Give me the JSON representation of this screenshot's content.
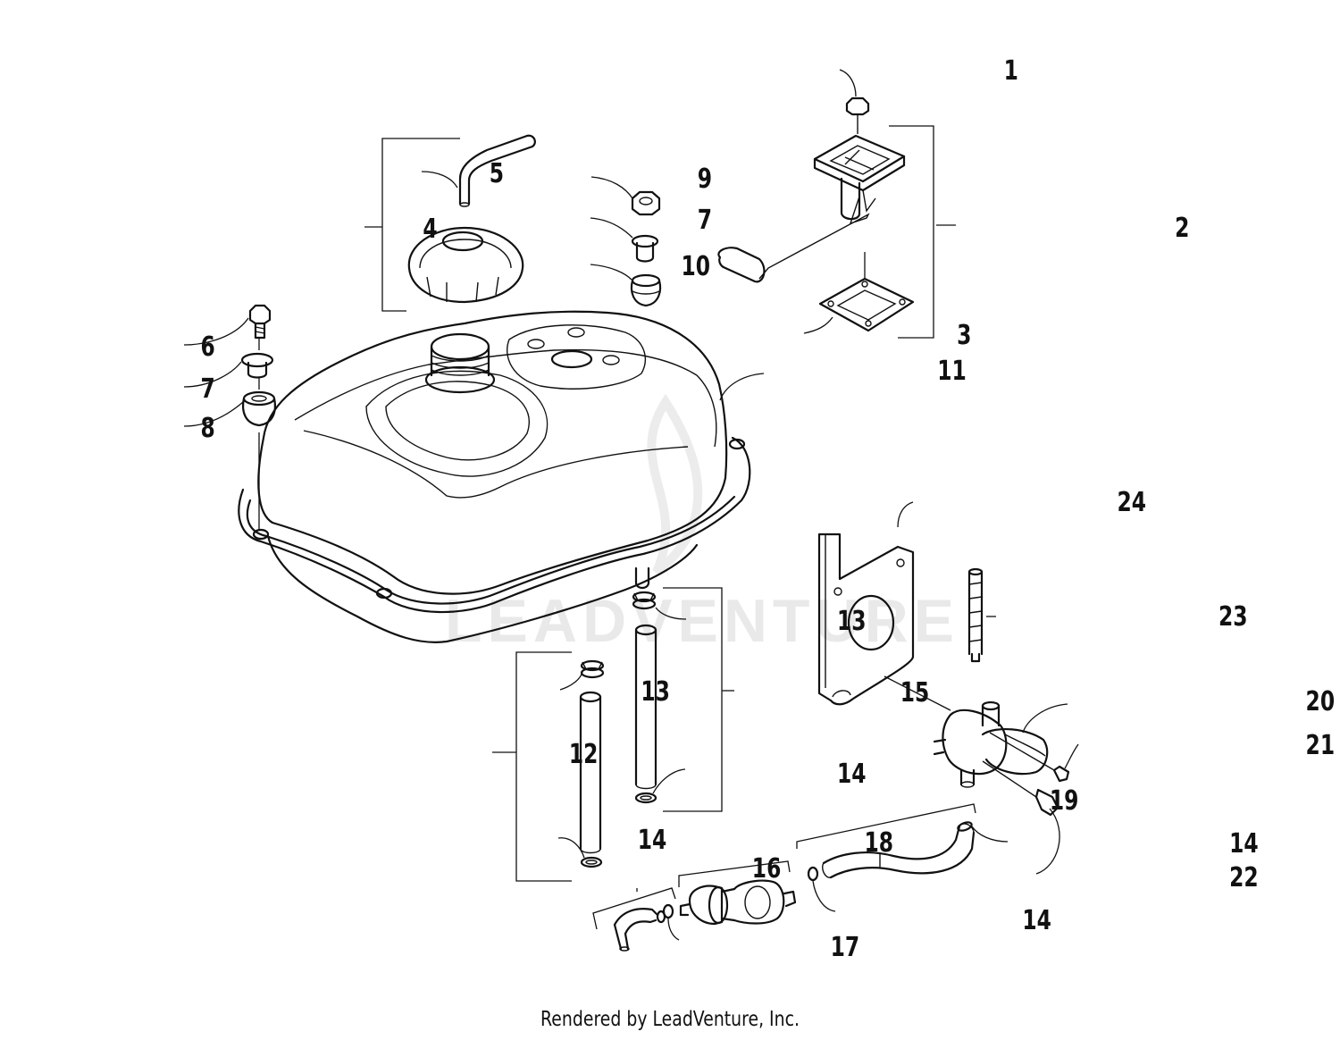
{
  "footer": "Rendered by LeadVenture, Inc.",
  "watermark": "LEADVENTURE",
  "callouts": [
    {
      "id": "c1",
      "text": "1"
    },
    {
      "id": "c2",
      "text": "2"
    },
    {
      "id": "c3",
      "text": "3"
    },
    {
      "id": "c4",
      "text": "4"
    },
    {
      "id": "c5",
      "text": "5"
    },
    {
      "id": "c6",
      "text": "6"
    },
    {
      "id": "c7a",
      "text": "7"
    },
    {
      "id": "c7b",
      "text": "7"
    },
    {
      "id": "c8",
      "text": "8"
    },
    {
      "id": "c9",
      "text": "9"
    },
    {
      "id": "c10",
      "text": "10"
    },
    {
      "id": "c11",
      "text": "11"
    },
    {
      "id": "c12",
      "text": "12"
    },
    {
      "id": "c13a",
      "text": "13"
    },
    {
      "id": "c13b",
      "text": "13"
    },
    {
      "id": "c14a",
      "text": "14"
    },
    {
      "id": "c14b",
      "text": "14"
    },
    {
      "id": "c14c",
      "text": "14"
    },
    {
      "id": "c14d",
      "text": "14"
    },
    {
      "id": "c15",
      "text": "15"
    },
    {
      "id": "c16",
      "text": "16"
    },
    {
      "id": "c17",
      "text": "17"
    },
    {
      "id": "c18",
      "text": "18"
    },
    {
      "id": "c19",
      "text": "19"
    },
    {
      "id": "c20",
      "text": "20"
    },
    {
      "id": "c21",
      "text": "21"
    },
    {
      "id": "c22",
      "text": "22"
    },
    {
      "id": "c23",
      "text": "23"
    },
    {
      "id": "c24",
      "text": "24"
    }
  ]
}
